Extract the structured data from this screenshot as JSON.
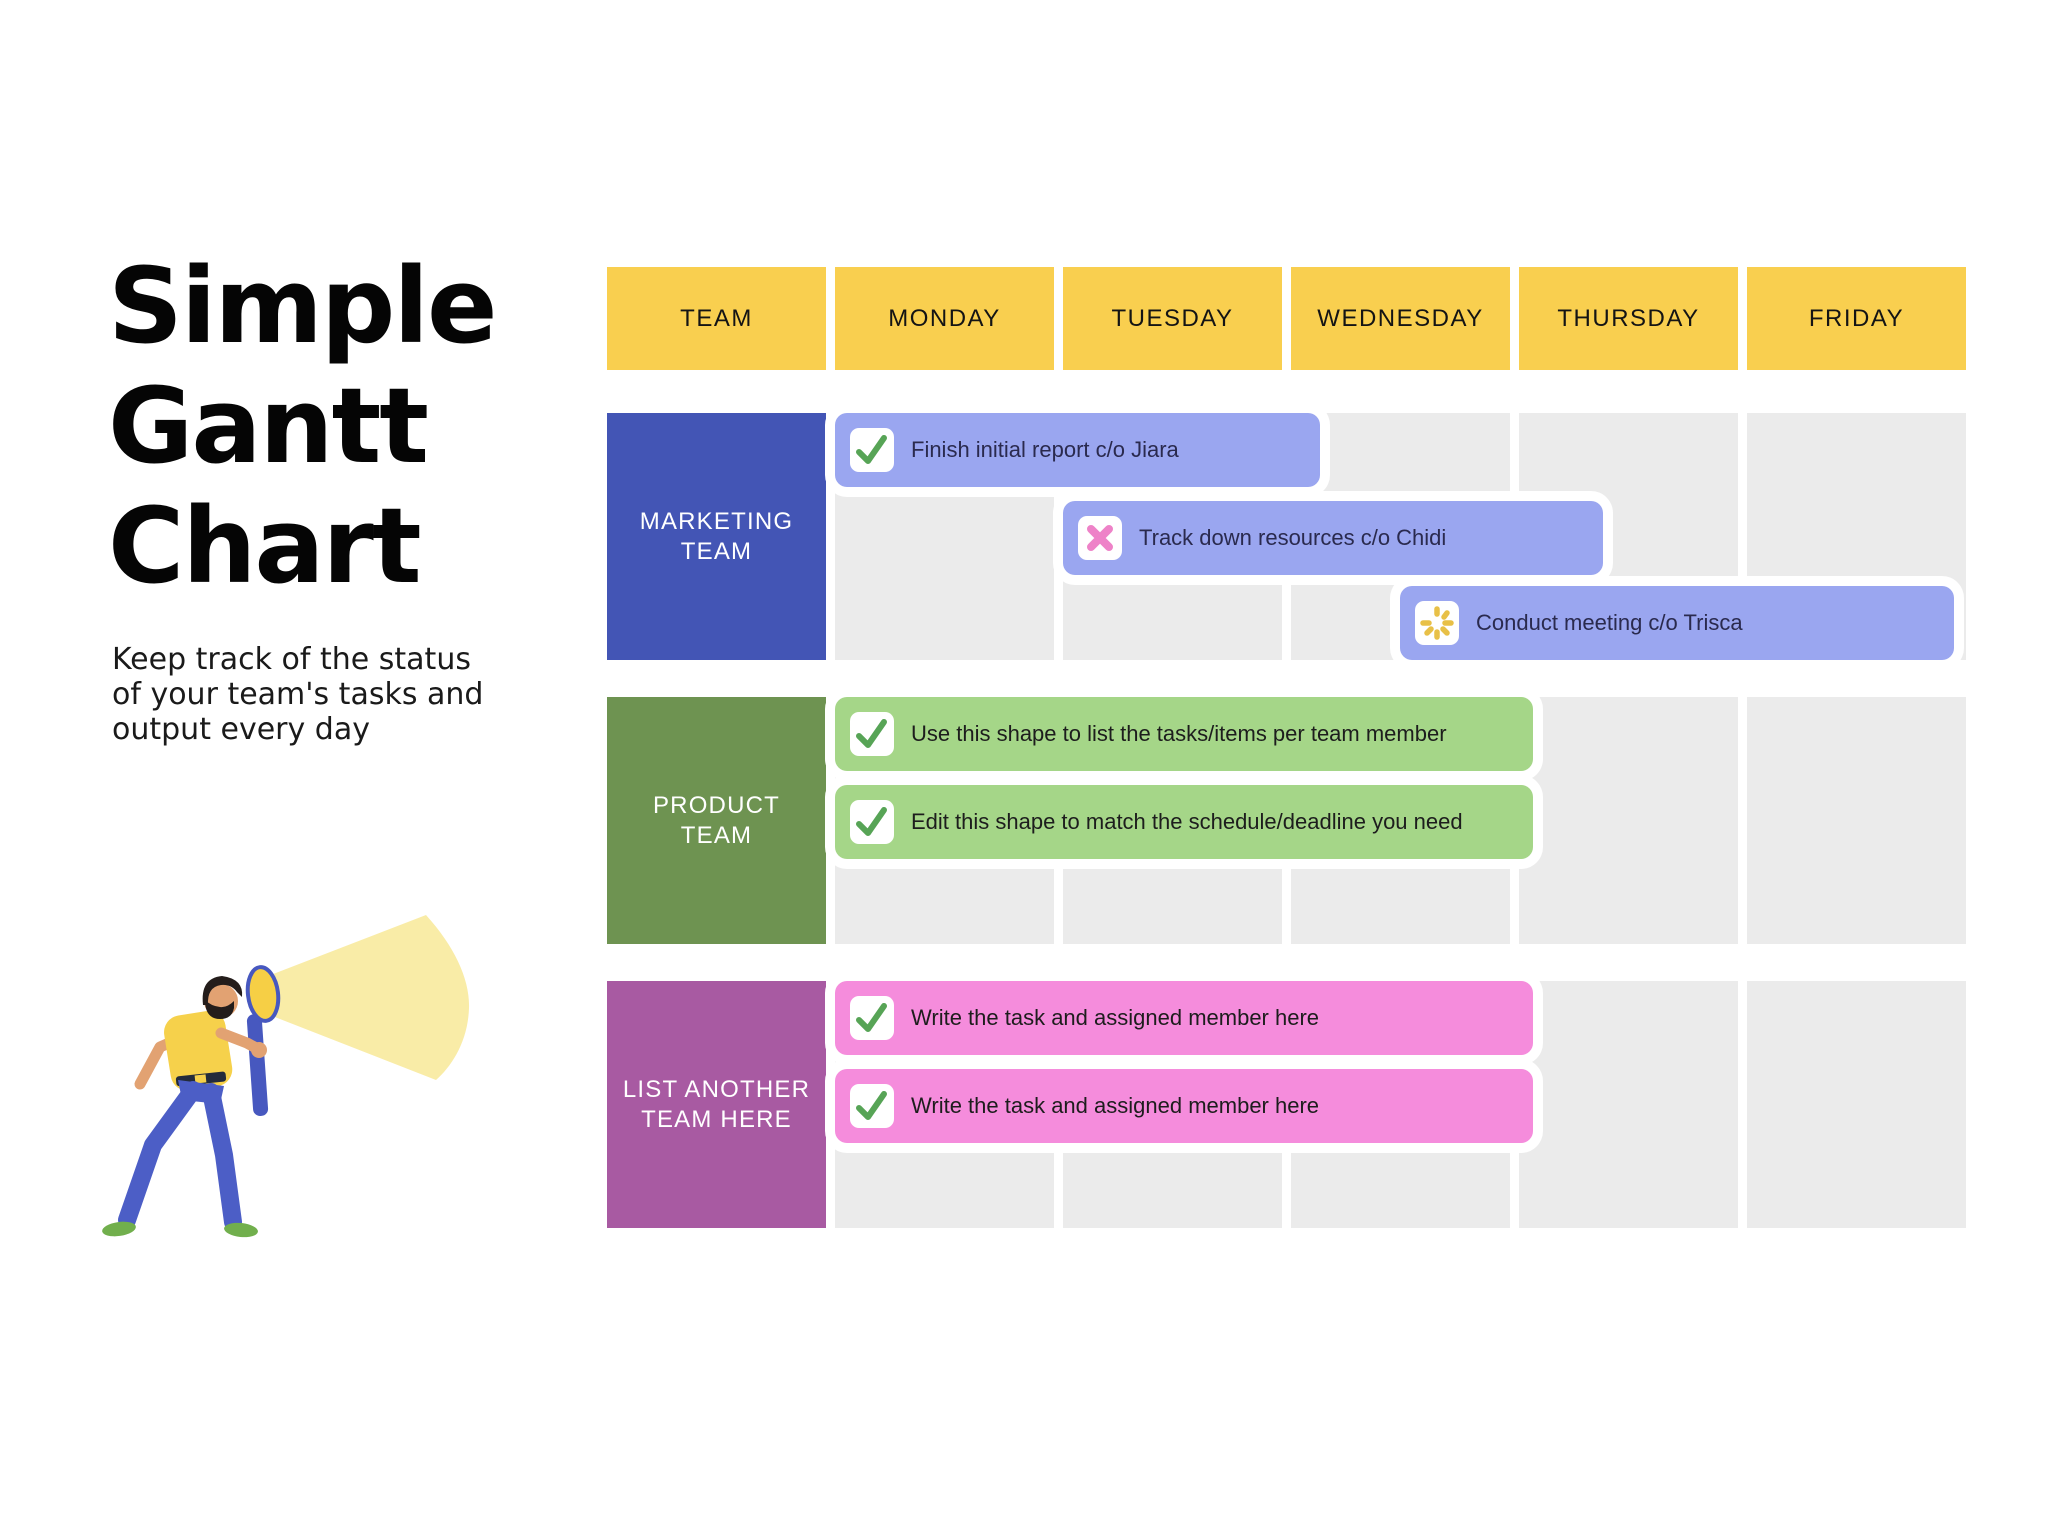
{
  "title": {
    "lines": "Simple\nGantt\nChart",
    "color": "#050505"
  },
  "subtitle": {
    "lines": "Keep track of the status\nof your team's tasks and\noutput every day"
  },
  "illustration": {
    "name": "man-shining-magnifying-glass-light",
    "colors": {
      "beam": "#F9ECA7",
      "lens": "#F6CF45",
      "handle": "#4758BF",
      "shirt": "#F6D14B",
      "pants": "#4C5EC6",
      "skin": "#E2A272",
      "hair": "#241D1B",
      "shoes": "#71AF4D",
      "belt": "#232B3B"
    }
  },
  "chart": {
    "grid_cell_color": "#EBEBEB",
    "header": {
      "bg": "#F9CF4F",
      "text_color": "#141414",
      "labels": [
        "TEAM",
        "MONDAY",
        "TUESDAY",
        "WEDNESDAY",
        "THURSDAY",
        "FRIDAY"
      ]
    },
    "rows": [
      {
        "team_label": "MARKETING\nTEAM",
        "team_bg": "#4355B5",
        "bar_color": "#9AA6F0",
        "bar_text_color": "#2A2A4E",
        "tasks": [
          {
            "icon": "check",
            "icon_color": "#57A456",
            "label": "Finish initial report c/o Jiara"
          },
          {
            "icon": "x",
            "icon_color": "#EE82C8",
            "label": "Track down resources c/o Chidi"
          },
          {
            "icon": "spinner",
            "icon_color": "#E8C047",
            "label": "Conduct meeting c/o Trisca"
          }
        ]
      },
      {
        "team_label": "PRODUCT\nTEAM",
        "team_bg": "#6E9351",
        "bar_color": "#A5D688",
        "bar_text_color": "#1D1D1D",
        "tasks": [
          {
            "icon": "check",
            "icon_color": "#57A456",
            "label": "Use this shape to list the tasks/items per team member"
          },
          {
            "icon": "check",
            "icon_color": "#57A456",
            "label": "Edit this shape to match the schedule/deadline you need"
          }
        ]
      },
      {
        "team_label": "LIST ANOTHER\nTEAM HERE",
        "team_bg": "#A85AA2",
        "bar_color": "#F58CDC",
        "bar_text_color": "#1D1D1D",
        "tasks": [
          {
            "icon": "check",
            "icon_color": "#57A456",
            "label": "Write the task and assigned member here"
          },
          {
            "icon": "check",
            "icon_color": "#57A456",
            "label": "Write the task and assigned member here"
          }
        ]
      }
    ]
  },
  "chart_data": {
    "type": "bar",
    "subtype": "gantt",
    "title": "Simple Gantt Chart",
    "categories": [
      "MONDAY",
      "TUESDAY",
      "WEDNESDAY",
      "THURSDAY",
      "FRIDAY"
    ],
    "legend_position": "none",
    "grid": true,
    "series": [
      {
        "name": "MARKETING TEAM",
        "tasks": [
          {
            "label": "Finish initial report c/o Jiara",
            "start": "Monday",
            "end": "Tuesday",
            "status": "done"
          },
          {
            "label": "Track down resources c/o Chidi",
            "start": "Tuesday",
            "end": "Wednesday",
            "status": "not-done"
          },
          {
            "label": "Conduct meeting c/o Trisca",
            "start": "Wednesday",
            "end": "Friday",
            "status": "in-progress"
          }
        ]
      },
      {
        "name": "PRODUCT TEAM",
        "tasks": [
          {
            "label": "Use this shape to list the tasks/items per team member",
            "start": "Monday",
            "end": "Wednesday",
            "status": "done"
          },
          {
            "label": "Edit this shape to match the schedule/deadline you need",
            "start": "Monday",
            "end": "Wednesday",
            "status": "done"
          }
        ]
      },
      {
        "name": "LIST ANOTHER TEAM HERE",
        "tasks": [
          {
            "label": "Write the task and assigned member here",
            "start": "Monday",
            "end": "Wednesday",
            "status": "done"
          },
          {
            "label": "Write the task and assigned member here",
            "start": "Monday",
            "end": "Wednesday",
            "status": "done"
          }
        ]
      }
    ]
  }
}
